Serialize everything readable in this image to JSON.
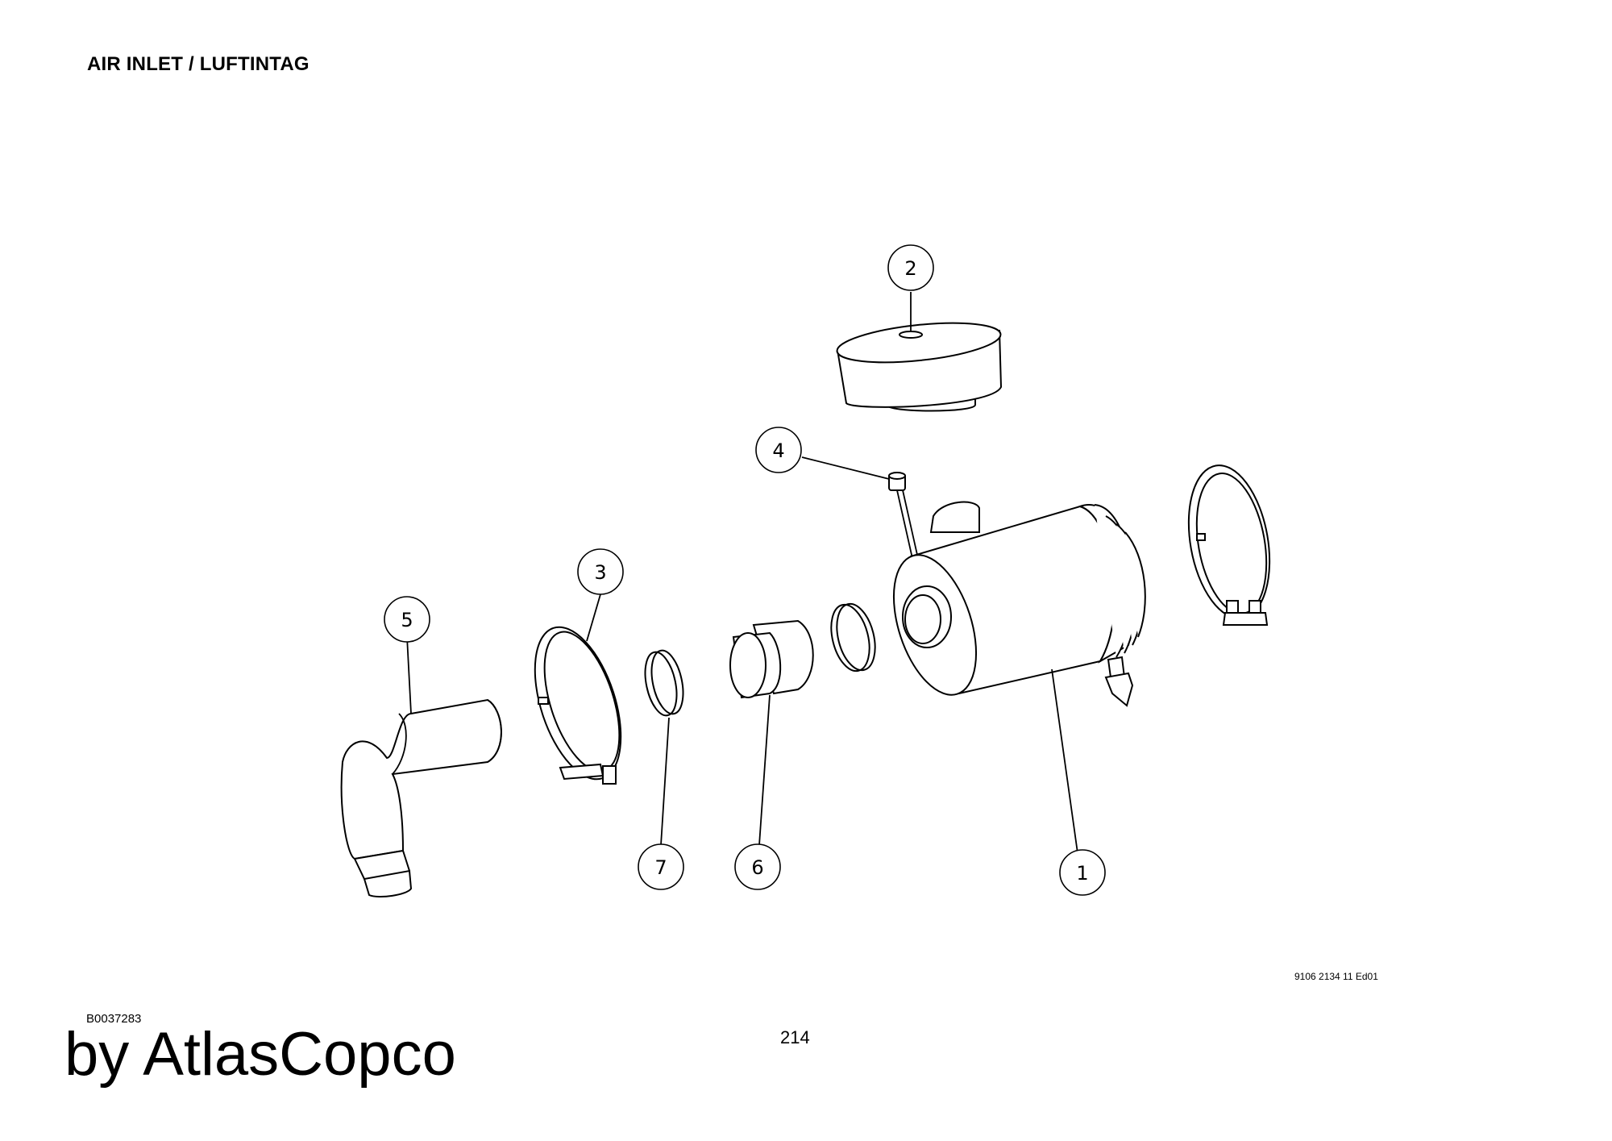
{
  "header": {
    "title": "AIR INLET / LUFTINTAG"
  },
  "footer": {
    "document_number": "9106 2134 11 Ed01",
    "drawing_code": "B0037283",
    "page_number": "214",
    "brand": "by AtlasCopco"
  },
  "callouts": {
    "c1": "1",
    "c2": "2",
    "c3": "3",
    "c4": "4",
    "c5": "5",
    "c6": "6",
    "c7": "7"
  }
}
